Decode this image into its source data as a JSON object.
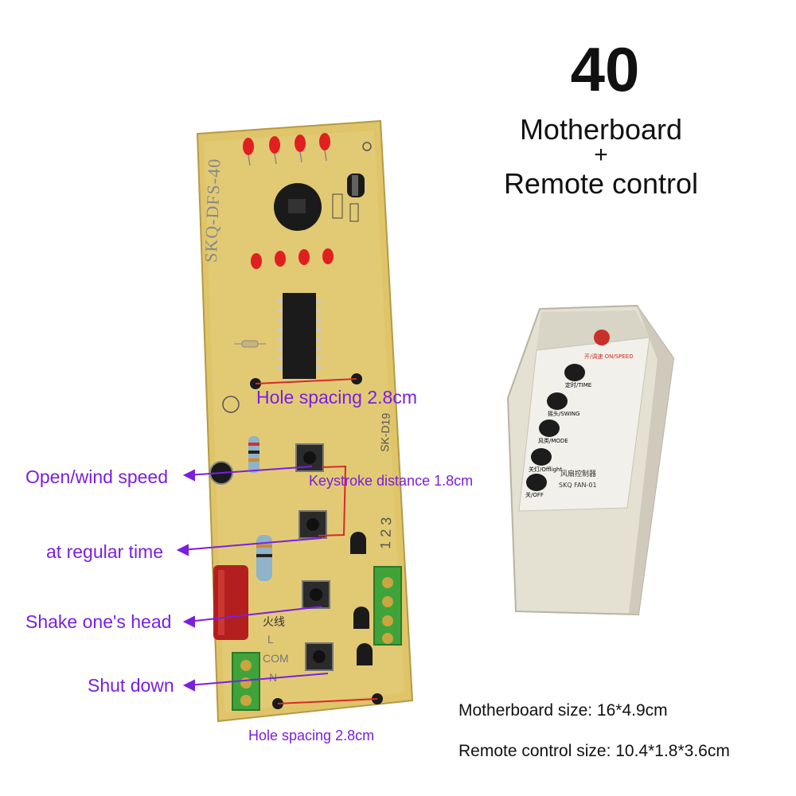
{
  "header": {
    "model_number": "40",
    "line1": "Motherboard",
    "plus": "+",
    "line2": "Remote control"
  },
  "board": {
    "silkscreen_model": "SKQ-DFS-40",
    "silkscreen_code": "SK-D19",
    "silk_numbers": "1 2 3",
    "silk_fire": "火线",
    "silk_L": "L",
    "silk_com": "COM",
    "silk_n": "N"
  },
  "callouts": {
    "hole_spacing_top": "Hole spacing 2.8cm",
    "keystroke": "Keystroke distance 1.8cm",
    "open_speed": "Open/wind speed",
    "regular_time": "at regular time",
    "shake_head": "Shake one's head",
    "shut_down": "Shut down",
    "hole_spacing_bottom": "Hole spacing 2.8cm"
  },
  "sizes": {
    "motherboard": "Motherboard size: 16*4.9cm",
    "remote": "Remote control size: 10.4*1.8*3.6cm"
  },
  "remote": {
    "brand_label": "风扇控制器",
    "model_label": "SKQ FAN-01",
    "buttons": [
      {
        "label": "开/调速 ON/SPEED"
      },
      {
        "label": "定时/TIME"
      },
      {
        "label": "摇头/SWING"
      },
      {
        "label": "风类/MODE"
      },
      {
        "label": "关灯/Offlight"
      },
      {
        "label": "关/OFF"
      }
    ]
  },
  "colors": {
    "board": "#dfc46a",
    "callout": "#7a1fe0",
    "led": "#e02020",
    "terminal": "#3fa33a",
    "remote_body": "#e4e0d2"
  }
}
